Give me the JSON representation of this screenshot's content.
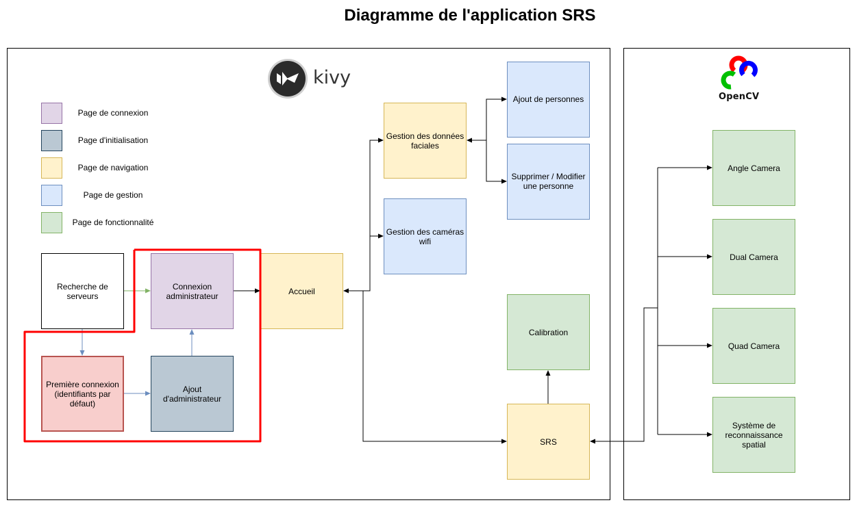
{
  "title": "Diagramme de l'application SRS",
  "colors": {
    "connexion": "#e1d5e7",
    "connexion_border": "#9673a6",
    "initialisation": "#bac8d3",
    "initialisation_border": "#23445d",
    "navigation": "#fff2cc",
    "navigation_border": "#d6b656",
    "gestion": "#dae8fc",
    "gestion_border": "#6c8ebf",
    "fonctionnalite": "#d5e8d4",
    "fonctionnalite_border": "#82b366",
    "premiere": "#f8cecc",
    "premiere_border": "#b85450",
    "highlight": "#ff0000"
  },
  "logos": {
    "kivy": "kivy",
    "opencv": "OpenCV"
  },
  "legend": [
    {
      "label": "Page de connexion",
      "color": "connexion"
    },
    {
      "label": "Page d'initialisation",
      "color": "initialisation"
    },
    {
      "label": "Page de navigation",
      "color": "navigation"
    },
    {
      "label": "Page de gestion",
      "color": "gestion"
    },
    {
      "label": "Page de fonctionnalité",
      "color": "fonctionnalite"
    }
  ],
  "nodes": {
    "recherche": "Recherche de serveurs",
    "connexion_admin": "Connexion administrateur",
    "premiere": "Première connexion (identifiants par défaut)",
    "ajout_admin": "Ajout d'administrateur",
    "accueil": "Accueil",
    "gestion_donnees": "Gestion des données faciales",
    "gestion_cameras": "Gestion des caméras wifi",
    "ajout_personnes": "Ajout de personnes",
    "supprimer": "Supprimer / Modifier une personne",
    "calibration": "Calibration",
    "srs": "SRS",
    "angle": "Angle Camera",
    "dual": "Dual Camera",
    "quad": "Quad Camera",
    "systeme": "Système de reconnaissance spatial"
  },
  "edges": [
    {
      "from": "Recherche de serveurs",
      "to": "Connexion administrateur"
    },
    {
      "from": "Recherche de serveurs",
      "to": "Première connexion (identifiants par défaut)"
    },
    {
      "from": "Première connexion (identifiants par défaut)",
      "to": "Ajout d'administrateur"
    },
    {
      "from": "Ajout d'administrateur",
      "to": "Connexion administrateur"
    },
    {
      "from": "Connexion administrateur",
      "to": "Accueil"
    },
    {
      "from": "Accueil",
      "to": "Gestion des données faciales",
      "bidirectional": true
    },
    {
      "from": "Accueil",
      "to": "Gestion des caméras wifi",
      "bidirectional": true
    },
    {
      "from": "Accueil",
      "to": "SRS",
      "bidirectional": true
    },
    {
      "from": "Gestion des données faciales",
      "to": "Ajout de personnes",
      "bidirectional": true
    },
    {
      "from": "Gestion des données faciales",
      "to": "Supprimer / Modifier une personne",
      "bidirectional": true
    },
    {
      "from": "SRS",
      "to": "Calibration"
    },
    {
      "from": "SRS",
      "to": "Angle Camera",
      "bidirectional": true
    },
    {
      "from": "SRS",
      "to": "Dual Camera",
      "bidirectional": true
    },
    {
      "from": "SRS",
      "to": "Quad Camera",
      "bidirectional": true
    },
    {
      "from": "SRS",
      "to": "Système de reconnaissance spatial",
      "bidirectional": true
    }
  ]
}
